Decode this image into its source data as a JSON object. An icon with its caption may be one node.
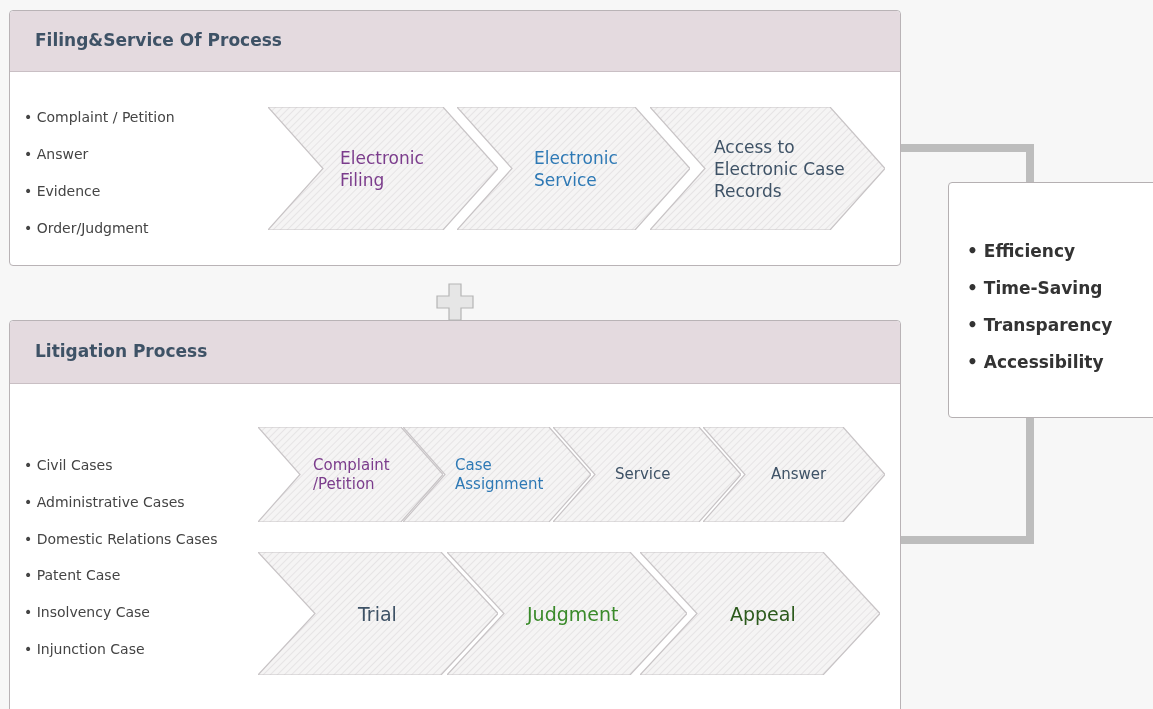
{
  "diagram": {
    "nodes": [
      {
        "text": [
          "Filing&Service Of Process",
          "• Complaint / Petition",
          "• Answer",
          "• Evidence",
          "• Order/Judgment"
        ]
      },
      {
        "text": [
          "Electronic Filing"
        ],
        "in": 0
      },
      {
        "text": [
          "Electronic Service"
        ],
        "in": 0
      },
      {
        "text": [
          "Access to Electronic Case Records"
        ],
        "in": 0
      },
      {
        "text": [
          "Litigation Process",
          "• Civil Cases",
          "• Administrative Cases",
          "• Domestic Relations Cases",
          "• Patent Case",
          "• Insolvency Case",
          "• Injunction Case"
        ]
      },
      {
        "text": [
          "Complaint /Petition"
        ],
        "in": 4
      },
      {
        "text": [
          "Case Assignment"
        ],
        "in": 4
      },
      {
        "text": [
          "Service"
        ],
        "in": 4
      },
      {
        "text": [
          "Answer"
        ],
        "in": 4
      },
      {
        "text": [
          "Trial"
        ],
        "in": 4
      },
      {
        "text": [
          "Judgment"
        ],
        "in": 4
      },
      {
        "text": [
          "Appeal"
        ],
        "in": 4
      },
      {
        "text": [
          "• Efficiency",
          "• Time-Saving",
          "• Transparency",
          "• Accessibility"
        ]
      }
    ],
    "edges": [
      {
        "from": 0,
        "to": 12,
        "arrow": "none"
      },
      {
        "from": 4,
        "to": 12,
        "arrow": "none"
      }
    ]
  }
}
